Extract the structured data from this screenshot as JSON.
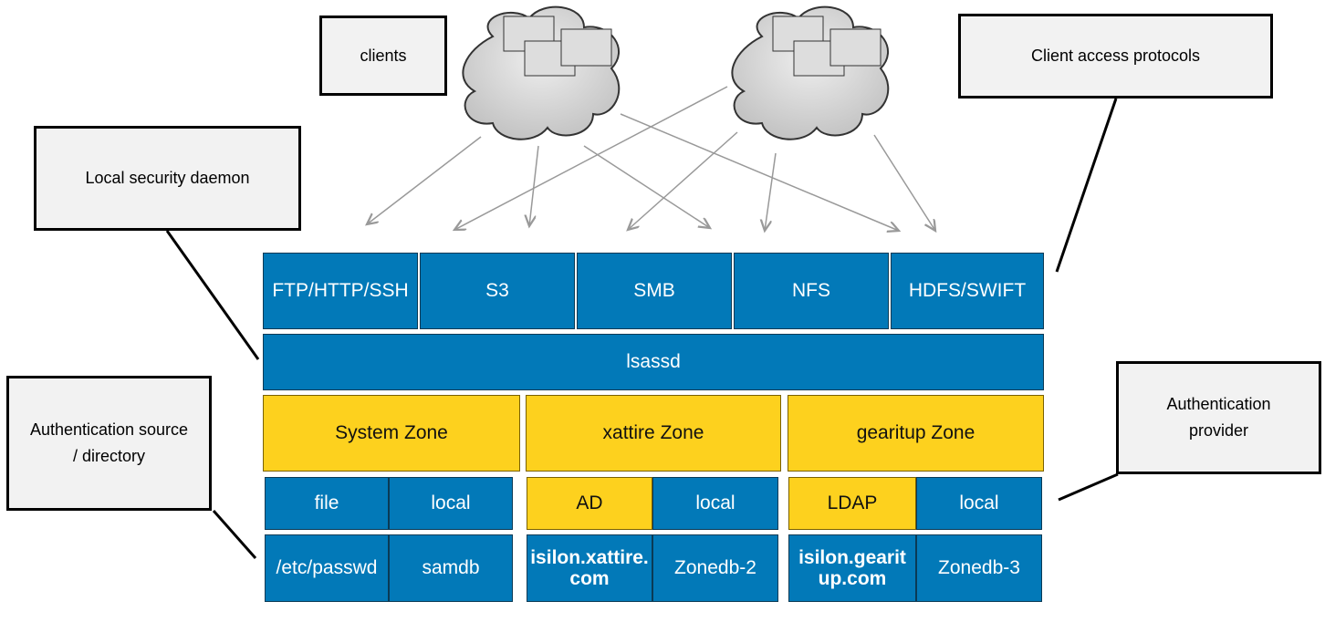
{
  "callouts": {
    "clients": "clients",
    "client_access_protocols": "Client access protocols",
    "local_security_daemon": "Local security daemon",
    "authentication_source": "Authentication source / directory",
    "authentication_provider": "Authentication provider"
  },
  "protocols": [
    "FTP/HTTP/SSH",
    "S3",
    "SMB",
    "NFS",
    "HDFS/SWIFT"
  ],
  "daemon": "lsassd",
  "zones": [
    "System Zone",
    "xattire Zone",
    "gearitup Zone"
  ],
  "providers": [
    "file",
    "local",
    "AD",
    "local",
    "LDAP",
    "local"
  ],
  "sources": [
    "/etc/passwd",
    "samdb",
    "isilon.xattire. com",
    "Zonedb-2",
    "isilon.gearit up.com",
    "Zonedb-3"
  ],
  "colors": {
    "blue": "#0279b8",
    "yellow": "#fdd11e"
  }
}
